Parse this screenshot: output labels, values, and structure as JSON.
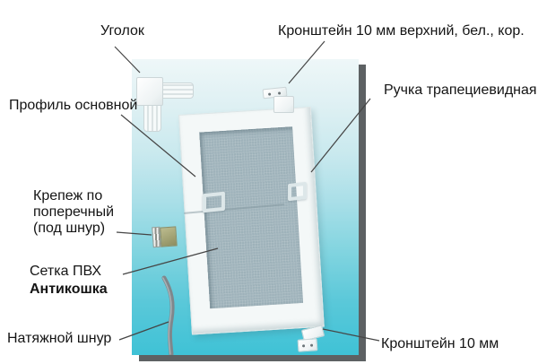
{
  "labels": {
    "corner": "Уголок",
    "bracket_top": "Кронштейн 10 мм верхний, бел., кор.",
    "profile": "Профиль основной",
    "handle": "Ручка трапециевидная",
    "fastener_line1": "Крепеж по",
    "fastener_line2": "поперечный",
    "fastener_line3": "(под шнур)",
    "mesh_line1": "Сетка ПВХ",
    "mesh_line2": "Антикошка",
    "cord": "Натяжной шнур",
    "bracket_bottom": "Кронштейн 10 мм"
  },
  "colors": {
    "text": "#141414",
    "leader_line": "#454545",
    "photo_bg_top": "#eef7f8",
    "photo_bg_bottom": "#3fc2d6",
    "photo_shadow": "#5d6163",
    "frame_white": "#f4f8f8",
    "mesh_gray": "#9eb2ba",
    "clip_olive": "#a3a375",
    "cord_gray": "#7f878c"
  }
}
